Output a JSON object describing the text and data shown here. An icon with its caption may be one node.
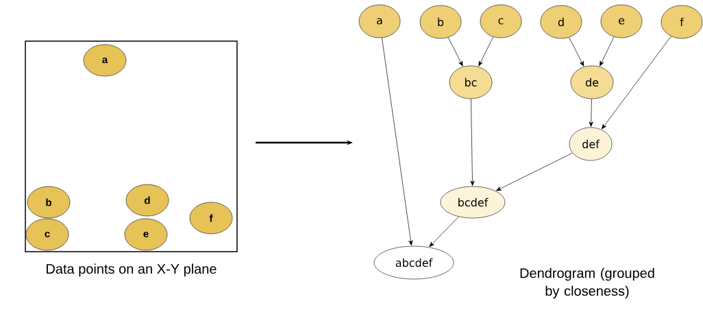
{
  "diagram": {
    "nodes": [
      {
        "text": [],
        "shape": "box",
        "beside": [
          "Data points on an X-Y plane"
        ]
      },
      {
        "text": [
          "a"
        ],
        "in": 0
      },
      {
        "text": [
          "b"
        ],
        "in": 0
      },
      {
        "text": [
          "c"
        ],
        "in": 0
      },
      {
        "text": [
          "d"
        ],
        "in": 0
      },
      {
        "text": [
          "e"
        ],
        "in": 0
      },
      {
        "text": [
          "f"
        ],
        "in": 0
      },
      {
        "text": [
          "a"
        ]
      },
      {
        "text": [
          "b"
        ]
      },
      {
        "text": [
          "c"
        ]
      },
      {
        "text": [
          "d"
        ]
      },
      {
        "text": [
          "e"
        ]
      },
      {
        "text": [
          "f"
        ]
      },
      {
        "text": [
          "bc"
        ]
      },
      {
        "text": [
          "de"
        ]
      },
      {
        "text": [
          "def"
        ]
      },
      {
        "text": [
          "bcdef"
        ]
      },
      {
        "text": [
          "abcdef"
        ]
      }
    ],
    "edges": [
      {
        "from": 0,
        "to": null,
        "arrow": "to",
        "style": "thick"
      },
      {
        "from": 8,
        "to": 13,
        "arrow": "to"
      },
      {
        "from": 9,
        "to": 13,
        "arrow": "to"
      },
      {
        "from": 10,
        "to": 14,
        "arrow": "to"
      },
      {
        "from": 11,
        "to": 14,
        "arrow": "to"
      },
      {
        "from": 14,
        "to": 15,
        "arrow": "to"
      },
      {
        "from": 12,
        "to": 15,
        "arrow": "to"
      },
      {
        "from": 13,
        "to": 16,
        "arrow": "to"
      },
      {
        "from": 15,
        "to": 16,
        "arrow": "to"
      },
      {
        "from": 16,
        "to": 17,
        "arrow": "to"
      },
      {
        "from": 7,
        "to": 17,
        "arrow": "to"
      }
    ],
    "labels": [
      "Dendrogram (grouped by closeness)"
    ]
  }
}
